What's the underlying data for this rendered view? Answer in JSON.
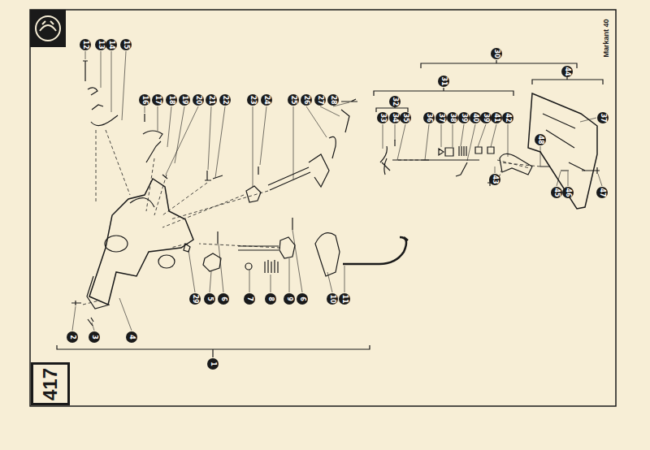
{
  "diagram": {
    "nodes": [
      {
        "text": [
          "417"
        ]
      }
    ],
    "edges": [],
    "labels": [
      "Markant 40",
      "30",
      "12",
      "13",
      "14",
      "15",
      "44",
      "31",
      "16",
      "17",
      "18",
      "19",
      "20",
      "21",
      "22",
      "23",
      "24",
      "25",
      "26",
      "27",
      "28",
      "32",
      "33",
      "34",
      "35",
      "36",
      "37",
      "38",
      "39",
      "40",
      "39",
      "41",
      "42",
      "37",
      "48",
      "43",
      "45",
      "46",
      "47",
      "29",
      "5",
      "6",
      "7",
      "8",
      "9",
      "6",
      "10",
      "11",
      "2",
      "3",
      "4",
      "1"
    ]
  }
}
